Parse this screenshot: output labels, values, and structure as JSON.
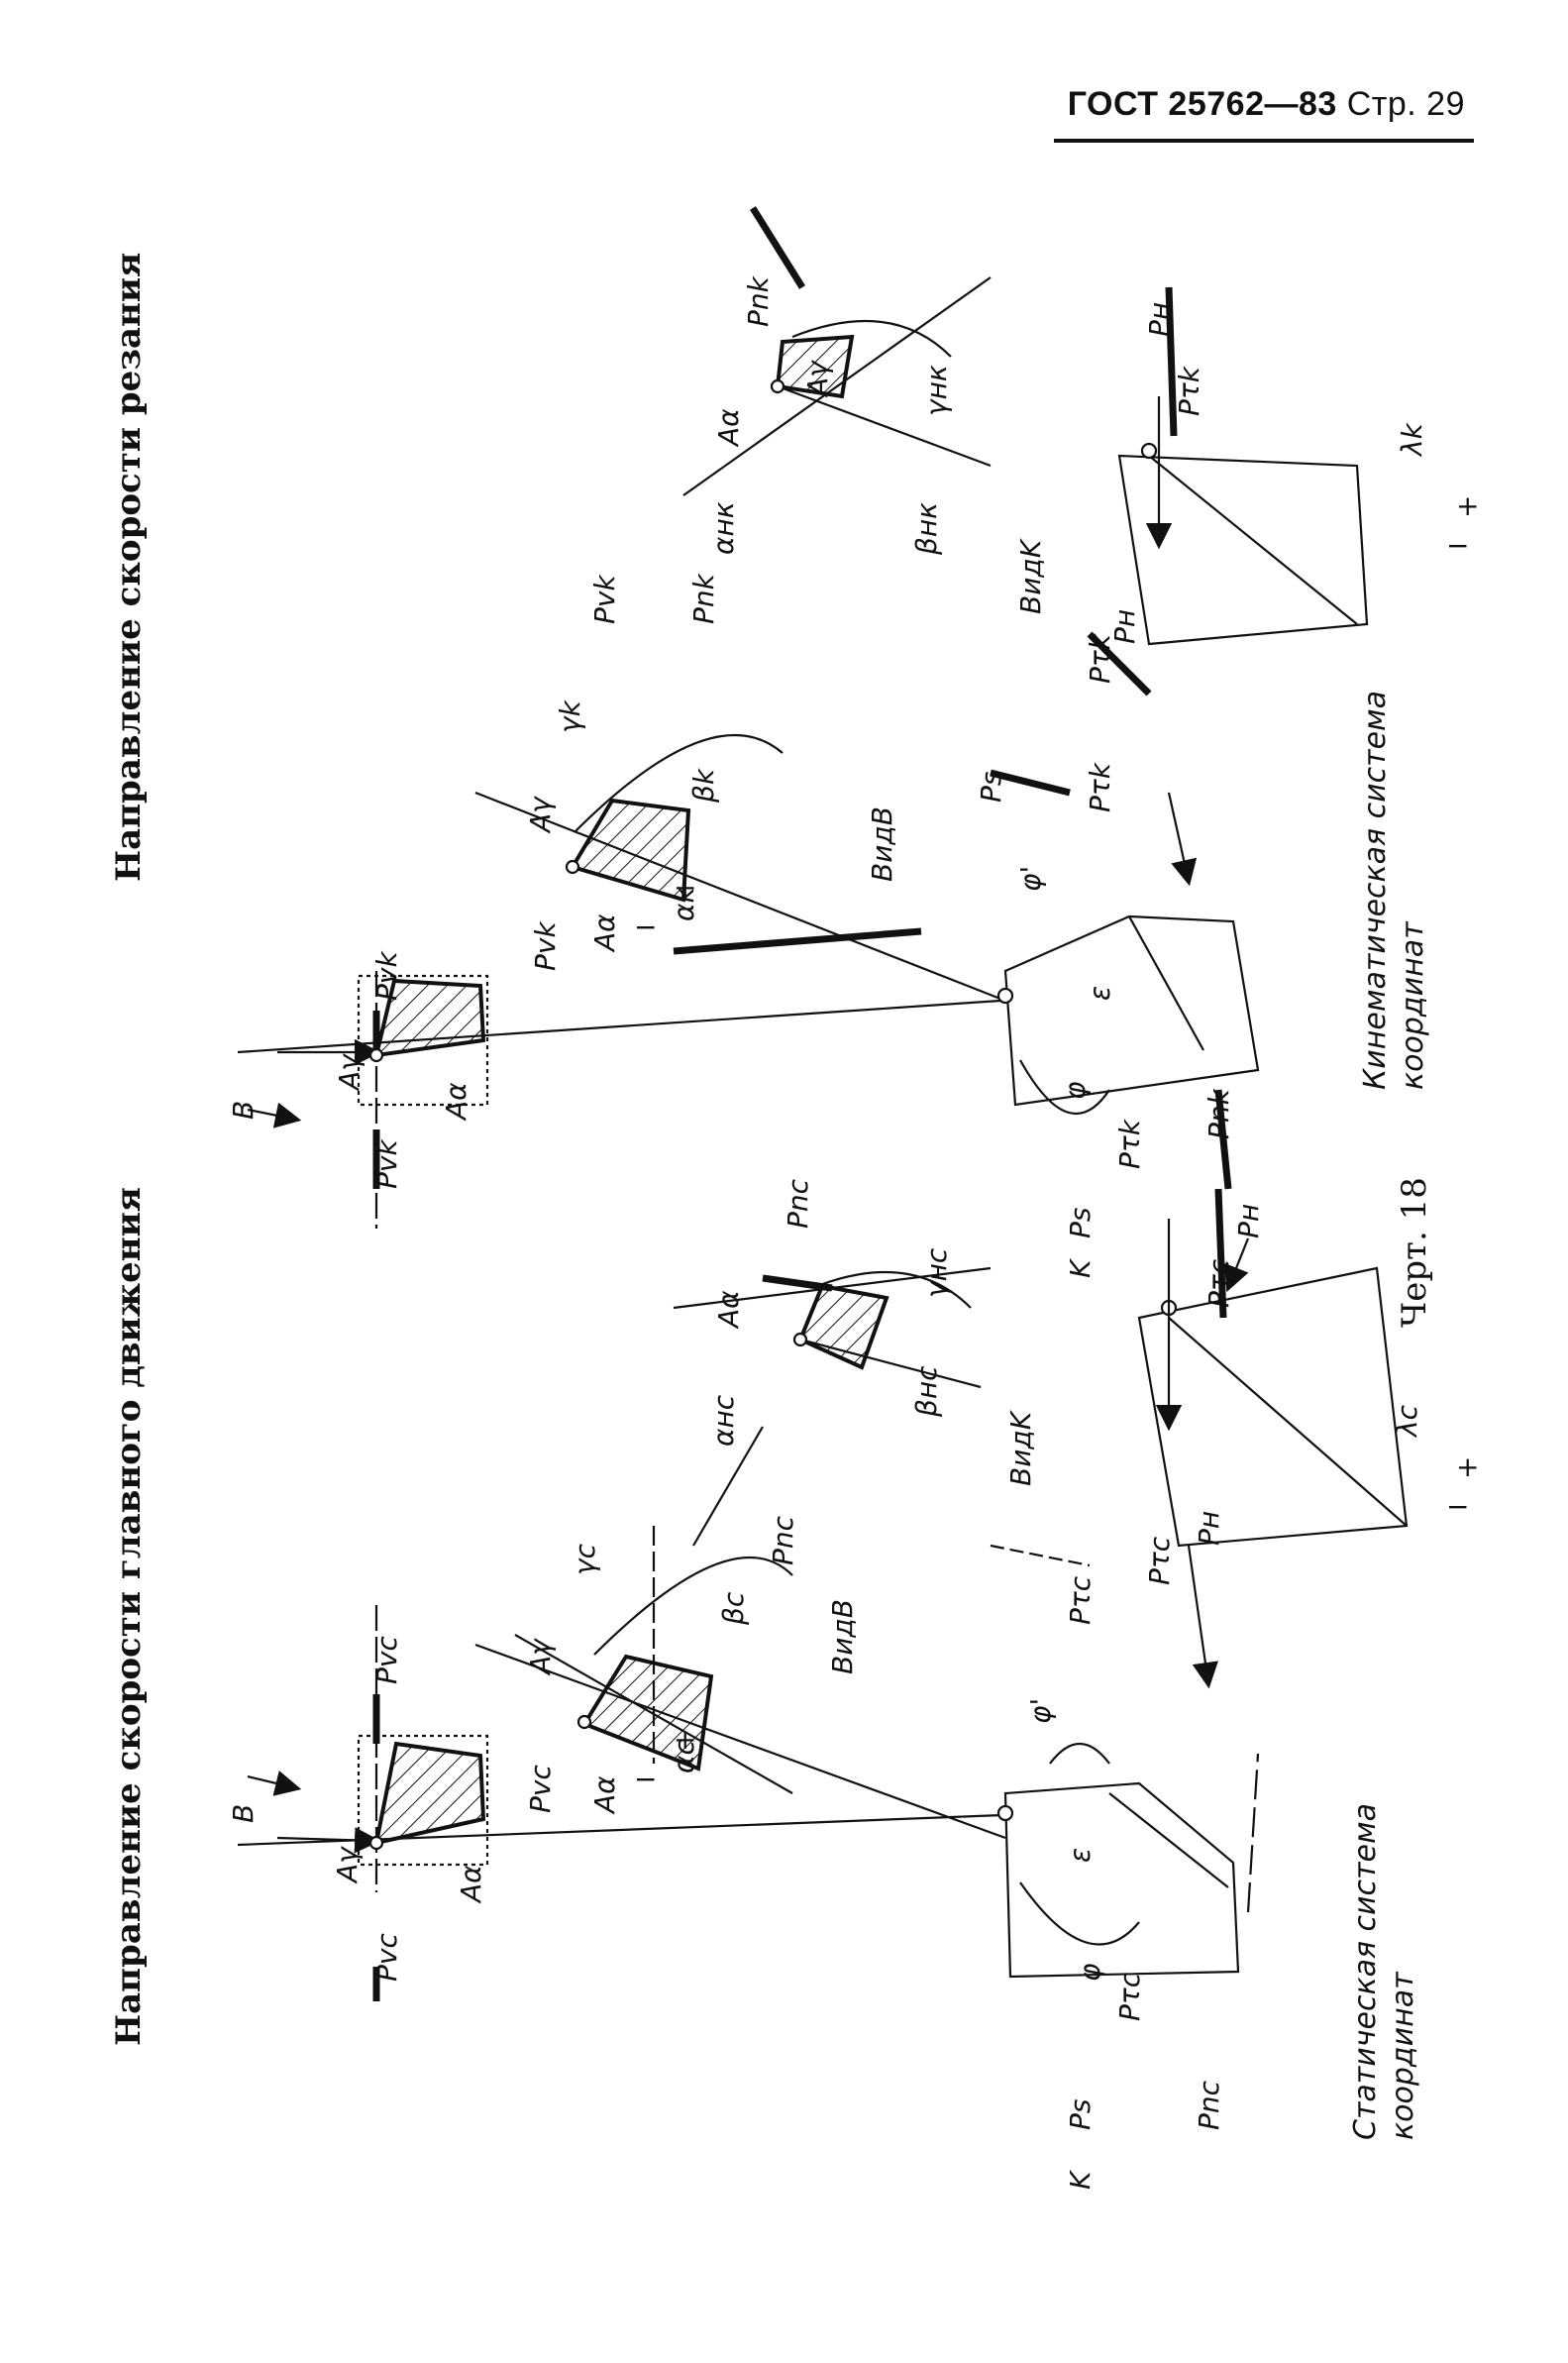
{
  "header": {
    "standard": "ГОСТ 25762—83",
    "page": "Стр. 29"
  },
  "titles": {
    "left": "Направление скорости главного движения",
    "right": "Направление скорости резания"
  },
  "caption": "Черт. 18",
  "systems": {
    "static": [
      "Статическая система",
      "координат"
    ],
    "kinematic": [
      "Кинематическая система",
      "координат"
    ]
  },
  "labels": {
    "B": "B",
    "K": "K",
    "Pvc": "Pvc",
    "Pvk": "Pvk",
    "Ay": "Aγ",
    "Aa": "Aα",
    "Pnc": "Pnc",
    "Pnk": "Pnk",
    "Ps": "Ps",
    "Prc": "Pτc",
    "Prk": "Pτk",
    "Pn": "Pн",
    "vidB": "ВидB",
    "vidK": "ВидK",
    "phi": "φ",
    "phi1": "φ'",
    "eps": "ε",
    "lc": "λc",
    "lk": "λk",
    "ac": "αc",
    "ak": "αk",
    "bc": "βc",
    "bk": "βk",
    "yc": "γc",
    "yk": "γk",
    "anc": "αнс",
    "ank": "αнк",
    "bnc": "βнс",
    "bnk": "βнк",
    "ync": "γнс",
    "ynk": "γнк",
    "plus": "+",
    "minus": "−"
  }
}
